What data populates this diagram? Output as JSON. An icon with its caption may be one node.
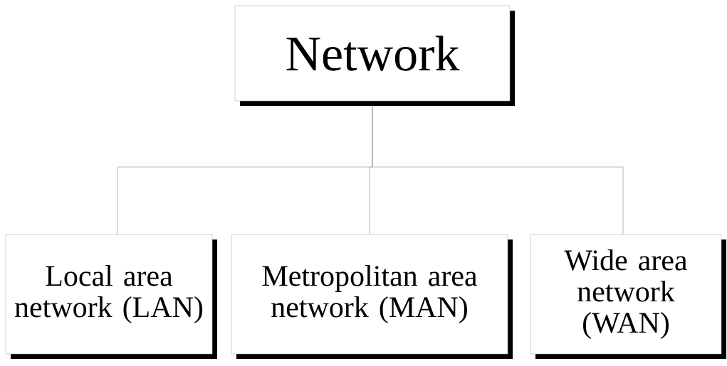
{
  "diagram": {
    "nodes": [
      {
        "text": [
          "Network"
        ]
      },
      {
        "text": [
          "Local area network (LAN)"
        ]
      },
      {
        "text": [
          "Metropolitan area network (MAN)"
        ]
      },
      {
        "text": [
          "Wide area network (WAN)"
        ]
      }
    ],
    "edges": [
      {
        "from": 0,
        "to": 1,
        "arrow": "none"
      },
      {
        "from": 0,
        "to": 2,
        "arrow": "none"
      },
      {
        "from": 0,
        "to": 3,
        "arrow": "none"
      }
    ]
  }
}
